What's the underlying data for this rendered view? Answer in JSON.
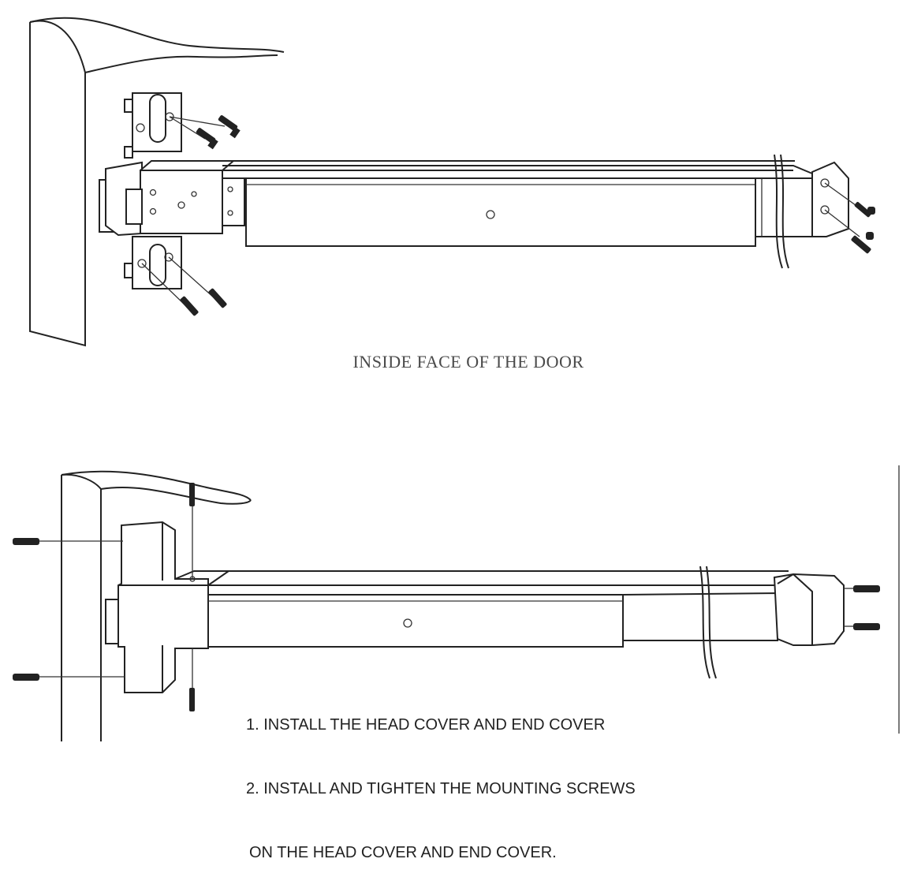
{
  "top_figure": {
    "caption": "INSIDE FACE OF THE DOOR"
  },
  "bottom_figure": {
    "instructions": [
      "1. INSTALL THE HEAD COVER AND END COVER",
      "2. INSTALL AND TIGHTEN THE MOUNTING SCREWS",
      "ON THE HEAD COVER AND END COVER."
    ]
  },
  "colors": {
    "ink": "#222222",
    "caption": "#4a4a4a",
    "background": "#ffffff"
  }
}
